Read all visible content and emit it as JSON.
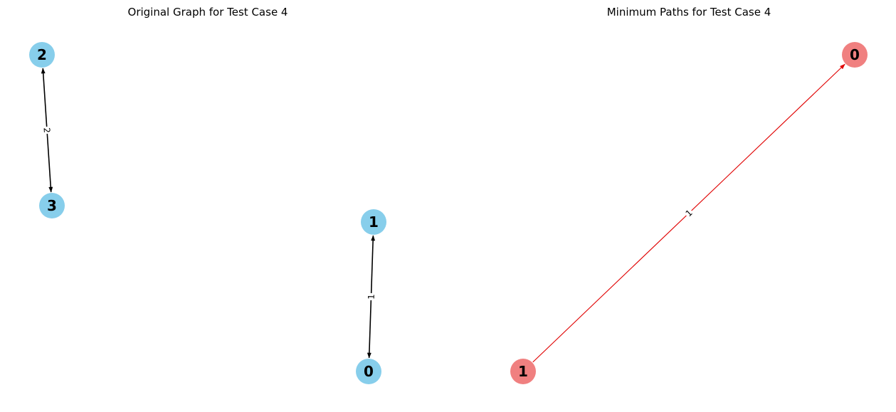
{
  "panels": [
    {
      "title": "Original Graph for Test Case 4",
      "node_color": "#87ceeb",
      "edge_color": "#000000",
      "nodes": [
        "2",
        "3",
        "1",
        "0"
      ],
      "edges": [
        {
          "from": "2",
          "to": "3",
          "label": "2",
          "bidirectional": true
        },
        {
          "from": "0",
          "to": "1",
          "label": "1",
          "bidirectional": true
        }
      ]
    },
    {
      "title": "Minimum Paths for Test Case 4",
      "node_color": "#f08080",
      "edge_color": "#e00000",
      "nodes": [
        "0",
        "1"
      ],
      "edges": [
        {
          "from": "1",
          "to": "0",
          "label": "1",
          "bidirectional": false
        }
      ]
    }
  ]
}
